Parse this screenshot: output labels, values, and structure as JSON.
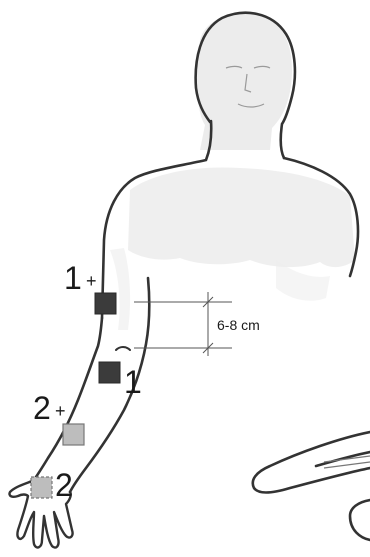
{
  "labels": {
    "electrode_1_plus_number": "1",
    "electrode_1_plus_sign": "+",
    "electrode_1_minus_number": "1",
    "electrode_2_plus_number": "2",
    "electrode_2_plus_sign": "+",
    "electrode_2_minus_number": "2",
    "distance": "6-8 cm"
  },
  "colors": {
    "outline": "#333333",
    "body_shading": "#e6e6e6",
    "electrode_channel_1": "#3b3b3b",
    "electrode_channel_2": "#bdbdbd",
    "electrode_channel_2_border": "#777777",
    "measurement_lines": "#555555"
  }
}
